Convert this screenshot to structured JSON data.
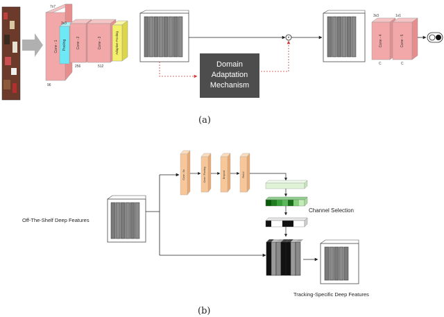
{
  "panel_a": {
    "caption": "(a)",
    "layers": {
      "conv1": {
        "label": "Conv - 1",
        "kernel": "7x7",
        "channels": "96"
      },
      "pooling": {
        "label": "Pooling",
        "kernel": "3x3"
      },
      "conv2": {
        "label": "Conv - 2",
        "channels": "256"
      },
      "conv3": {
        "label": "Conv - 3",
        "channels": "512"
      },
      "adaptive_pooling": {
        "label": "Adaptive Pooling"
      },
      "conv4": {
        "label": "Conv - 4",
        "kernel": "3x3",
        "channels": "C"
      },
      "conv5": {
        "label": "Conv - 5",
        "kernel": "1x1",
        "channels": "C"
      }
    },
    "domain_box": {
      "line1": "Domain",
      "line2": "Adaptation",
      "line3": "Mechanism"
    },
    "combine_symbol": "×"
  },
  "panel_b": {
    "caption": "(b)",
    "input_label": "Off-The-Shelf Deep Features",
    "output_label": "Tracking-Specific Deep Features",
    "channel_selection_label": "Channel Selection",
    "branch_layers": [
      "Conv - 6a",
      "Conv / Pooling",
      "Dropout",
      "ReLU"
    ]
  },
  "colors": {
    "conv_red": "#f2a8a8",
    "pool_cyan": "#6fe8f5",
    "adaptive_yellow": "#f5f06a",
    "branch_orange": "#f7c79a",
    "domain_box": "#4d4d4d",
    "dashed_red": "#d23a3a"
  }
}
